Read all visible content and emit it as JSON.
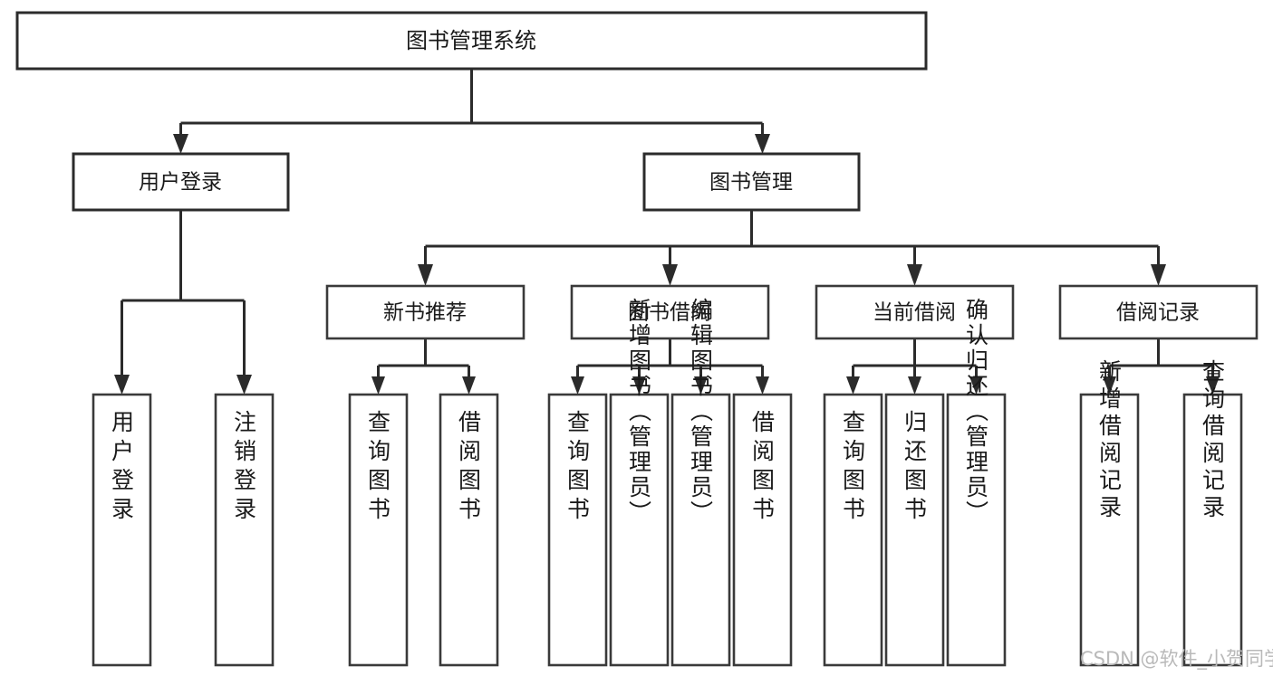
{
  "diagram": {
    "title": "图书管理系统",
    "type": "tree-hierarchy-chart",
    "root": {
      "label": "图书管理系统"
    },
    "level2": [
      {
        "label": "用户登录"
      },
      {
        "label": "图书管理"
      }
    ],
    "level3": [
      {
        "label": "新书推荐"
      },
      {
        "label": "图书借阅"
      },
      {
        "label": "当前借阅"
      },
      {
        "label": "借阅记录"
      }
    ],
    "leaves_user_login": [
      {
        "label": "用户登录"
      },
      {
        "label": "注销登录"
      }
    ],
    "leaves_new_book": [
      {
        "label": "查询图书"
      },
      {
        "label": "借阅图书"
      }
    ],
    "leaves_borrow": [
      {
        "label": "查询图书"
      },
      {
        "label": "新增图书（管理员）"
      },
      {
        "label": "编辑图书（管理员）"
      },
      {
        "label": "借阅图书"
      }
    ],
    "leaves_current": [
      {
        "label": "查询图书"
      },
      {
        "label": "归还图书"
      },
      {
        "label": "确认归还（管理员）"
      }
    ],
    "leaves_records": [
      {
        "label": "新增借阅记录"
      },
      {
        "label": "查询借阅记录"
      }
    ]
  },
  "watermark": {
    "text": "CSDN @软件_小贺同学"
  },
  "colors": {
    "box_stroke": "#2b2b2b",
    "box_fill": "#ffffff",
    "text": "#1a1a1a",
    "connector": "#2b2b2b",
    "watermark": "#b9b9b9",
    "background": "#ffffff"
  }
}
